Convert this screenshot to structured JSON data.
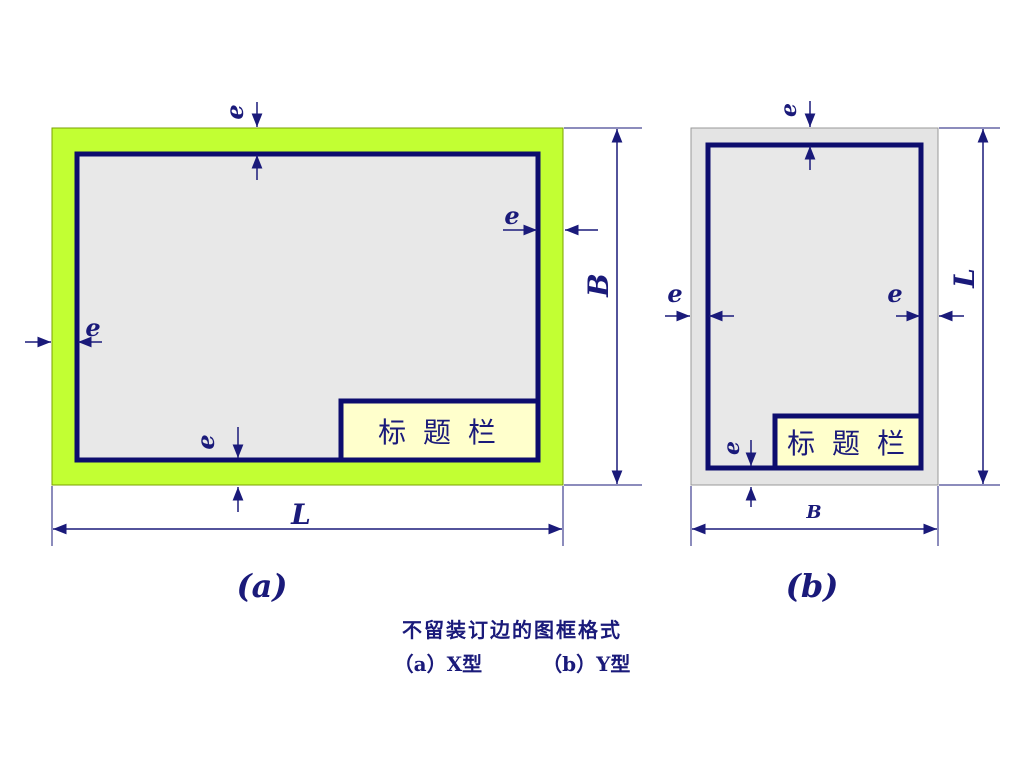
{
  "colors": {
    "ink": "#1a1a7a",
    "frame": "#0d0d6e",
    "margin_x": "#c2ff33",
    "margin_y": "#e4e4e4",
    "drawing_area": "#e8e8e8",
    "title_block": "#ffffcc",
    "dim_line": "#1a1a7a"
  },
  "diagram_a": {
    "label_e": "e",
    "label_length": "L",
    "label_width": "B",
    "title_block": "标 题 栏",
    "caption": "(a)"
  },
  "diagram_b": {
    "label_e": "e",
    "label_length": "L",
    "label_width": "B",
    "title_block": "标 题 栏",
    "caption": "(b)"
  },
  "caption": {
    "line1": "不留装订边的图框格式",
    "line2_a": "（a）X型",
    "line2_b": "（b）Y型"
  }
}
